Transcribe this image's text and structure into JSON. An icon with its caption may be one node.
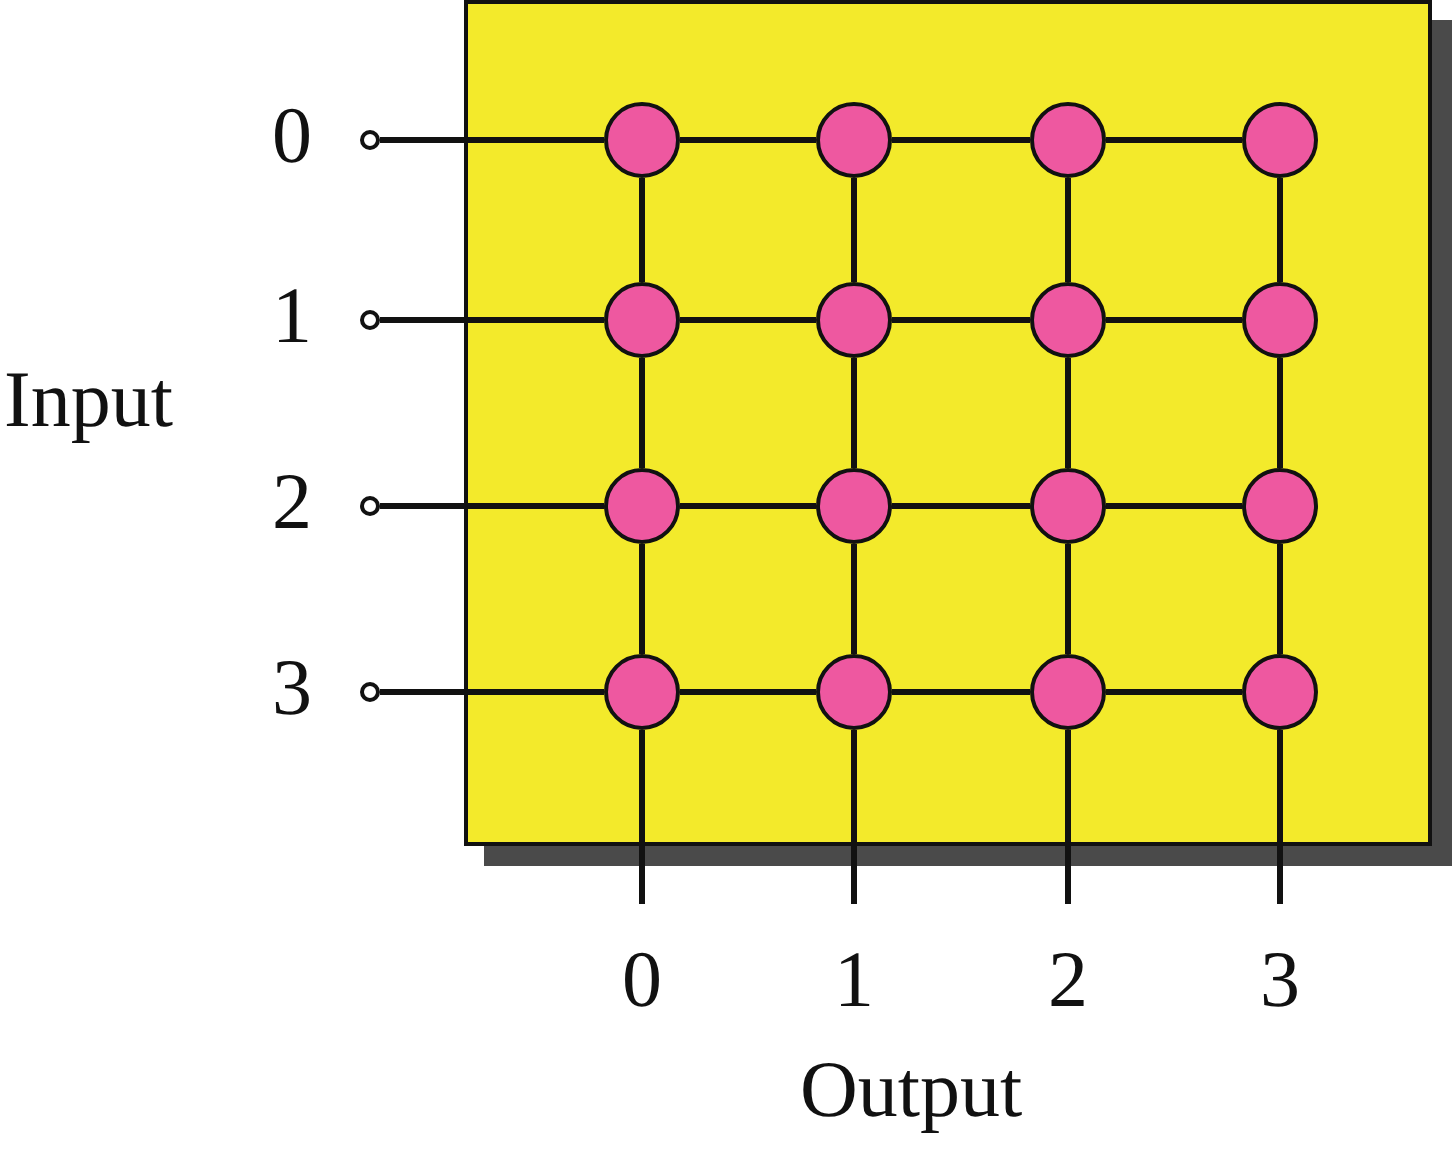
{
  "diagram": {
    "nodes": [
      {
        "text": [],
        "shape": "box"
      },
      {
        "text": [],
        "shape": "circle",
        "beside": [
          "0"
        ]
      },
      {
        "text": [],
        "shape": "circle",
        "beside": [
          "1"
        ]
      },
      {
        "text": [],
        "shape": "circle",
        "beside": [
          "2"
        ]
      },
      {
        "text": [],
        "shape": "circle",
        "beside": [
          "3"
        ]
      },
      {
        "text": [],
        "shape": "circle",
        "in": 0
      },
      {
        "text": [],
        "shape": "circle",
        "in": 0
      },
      {
        "text": [],
        "shape": "circle",
        "in": 0
      },
      {
        "text": [],
        "shape": "circle",
        "in": 0
      },
      {
        "text": [],
        "shape": "circle",
        "in": 0
      },
      {
        "text": [],
        "shape": "circle",
        "in": 0
      },
      {
        "text": [],
        "shape": "circle",
        "in": 0
      },
      {
        "text": [],
        "shape": "circle",
        "in": 0
      },
      {
        "text": [],
        "shape": "circle",
        "in": 0
      },
      {
        "text": [],
        "shape": "circle",
        "in": 0
      },
      {
        "text": [],
        "shape": "circle",
        "in": 0
      },
      {
        "text": [],
        "shape": "circle",
        "in": 0
      },
      {
        "text": [],
        "shape": "circle",
        "in": 0
      },
      {
        "text": [],
        "shape": "circle",
        "in": 0
      },
      {
        "text": [],
        "shape": "circle",
        "in": 0
      },
      {
        "text": [],
        "shape": "circle",
        "in": 0
      },
      {
        "text": [
          "0"
        ]
      },
      {
        "text": [
          "1"
        ]
      },
      {
        "text": [
          "2"
        ]
      },
      {
        "text": [
          "3"
        ]
      }
    ],
    "edges": [
      {
        "from": 1,
        "to": 5,
        "arrow": "none"
      },
      {
        "from": 5,
        "to": 6,
        "arrow": "none"
      },
      {
        "from": 6,
        "to": 7,
        "arrow": "none"
      },
      {
        "from": 7,
        "to": 8,
        "arrow": "none"
      },
      {
        "from": 2,
        "to": 9,
        "arrow": "none"
      },
      {
        "from": 9,
        "to": 10,
        "arrow": "none"
      },
      {
        "from": 10,
        "to": 11,
        "arrow": "none"
      },
      {
        "from": 11,
        "to": 12,
        "arrow": "none"
      },
      {
        "from": 3,
        "to": 13,
        "arrow": "none"
      },
      {
        "from": 13,
        "to": 14,
        "arrow": "none"
      },
      {
        "from": 14,
        "to": 15,
        "arrow": "none"
      },
      {
        "from": 15,
        "to": 16,
        "arrow": "none"
      },
      {
        "from": 4,
        "to": 17,
        "arrow": "none"
      },
      {
        "from": 17,
        "to": 18,
        "arrow": "none"
      },
      {
        "from": 18,
        "to": 19,
        "arrow": "none"
      },
      {
        "from": 19,
        "to": 20,
        "arrow": "none"
      },
      {
        "from": 5,
        "to": 9,
        "arrow": "none"
      },
      {
        "from": 9,
        "to": 13,
        "arrow": "none"
      },
      {
        "from": 13,
        "to": 17,
        "arrow": "none"
      },
      {
        "from": 17,
        "to": 21,
        "arrow": "none"
      },
      {
        "from": 6,
        "to": 10,
        "arrow": "none"
      },
      {
        "from": 10,
        "to": 14,
        "arrow": "none"
      },
      {
        "from": 14,
        "to": 18,
        "arrow": "none"
      },
      {
        "from": 18,
        "to": 22,
        "arrow": "none"
      },
      {
        "from": 7,
        "to": 11,
        "arrow": "none"
      },
      {
        "from": 11,
        "to": 15,
        "arrow": "none"
      },
      {
        "from": 15,
        "to": 19,
        "arrow": "none"
      },
      {
        "from": 19,
        "to": 23,
        "arrow": "none"
      },
      {
        "from": 8,
        "to": 12,
        "arrow": "none"
      },
      {
        "from": 12,
        "to": 16,
        "arrow": "none"
      },
      {
        "from": 16,
        "to": 20,
        "arrow": "none"
      },
      {
        "from": 20,
        "to": 24,
        "arrow": "none"
      }
    ],
    "labels": [
      "Input",
      "Output"
    ]
  }
}
